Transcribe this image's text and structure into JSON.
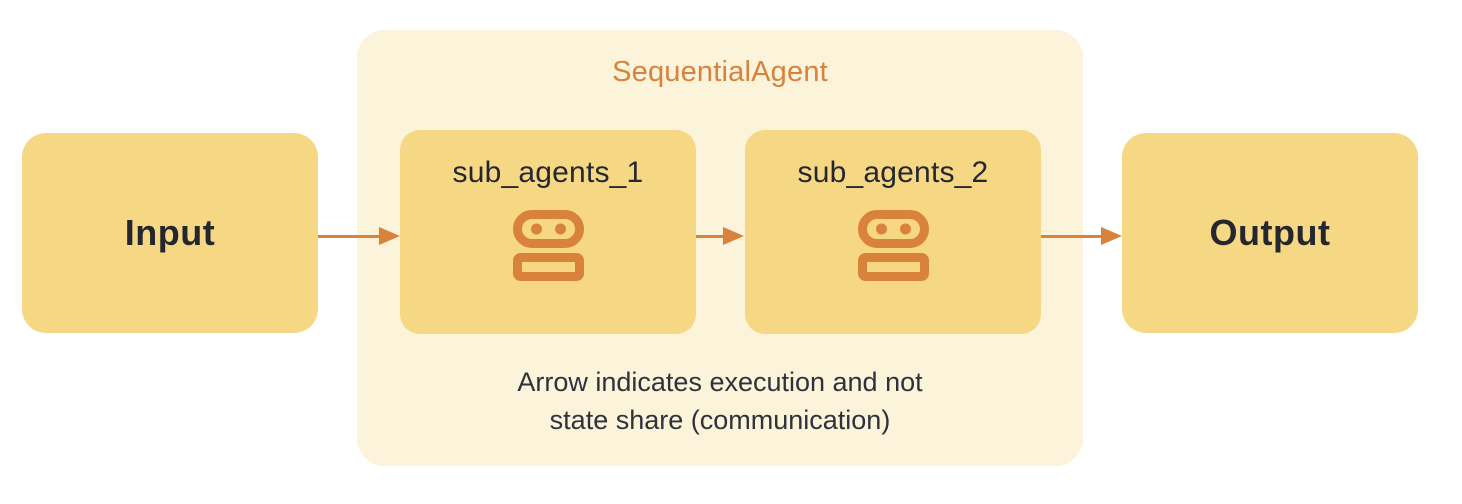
{
  "diagram": {
    "input_label": "Input",
    "output_label": "Output",
    "group": {
      "title": "SequentialAgent",
      "agents": [
        {
          "label": "sub_agents_1",
          "icon": "robot-icon"
        },
        {
          "label": "sub_agents_2",
          "icon": "robot-icon"
        }
      ],
      "caption_line1": "Arrow indicates execution and not",
      "caption_line2": "state share (communication)"
    },
    "arrows": [
      {
        "name": "input-to-agent1"
      },
      {
        "name": "agent1-to-agent2"
      },
      {
        "name": "agent2-to-output"
      }
    ]
  },
  "colors": {
    "box_fill": "#F6D783",
    "container_fill": "#FBF3DA",
    "accent": "#D9823C",
    "text_dark": "#25272F"
  }
}
